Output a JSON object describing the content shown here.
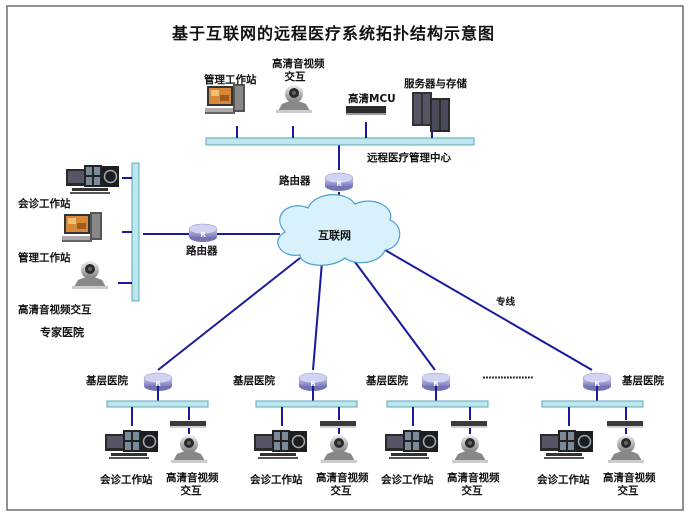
{
  "title": "基于互联网的远程医疗系统拓扑结构示意图",
  "center": {
    "name": "远程医疗管理中心",
    "devices": [
      {
        "label": "管理工作站",
        "icon": "workstation-icon"
      },
      {
        "label_line1": "高清音视频",
        "label_line2": "交互",
        "icon": "video-conference-camera-icon"
      },
      {
        "label": "高清MCU",
        "icon": "mcu-device-icon"
      },
      {
        "label": "服务器与存储",
        "icon": "server-rack-icon"
      }
    ],
    "router_label": "路由器"
  },
  "internet": {
    "label": "互联网",
    "link_label": "专线"
  },
  "expert_hospital": {
    "name": "专家医院",
    "router_label": "路由器",
    "devices": [
      {
        "label": "会诊工作站",
        "icon": "consultation-workstation-icon"
      },
      {
        "label": "管理工作站",
        "icon": "workstation-icon"
      },
      {
        "label": "高清音视频交互",
        "icon": "video-conference-camera-icon"
      }
    ]
  },
  "primary_hospitals": [
    {
      "name": "基层医院",
      "ws_label": "会诊工作站",
      "av_line1": "高清音视频",
      "av_line2": "交互"
    },
    {
      "name": "基层医院",
      "ws_label": "会诊工作站",
      "av_line1": "高清音视频",
      "av_line2": "交互"
    },
    {
      "name": "基层医院",
      "ws_label": "会诊工作站",
      "av_line1": "高清音视频",
      "av_line2": "交互"
    },
    {
      "name": "基层医院",
      "ws_label": "会诊工作站",
      "av_line1": "高清音视频",
      "av_line2": "交互"
    }
  ],
  "ellipsis": "·················",
  "colors": {
    "link": "#1a1a9a",
    "bus_fill": "#bfe6ee",
    "bus_stroke": "#5aa8b8",
    "router": "#9a9ad0",
    "cloud_fill": "#d8f1fb",
    "cloud_stroke": "#4aa0d0",
    "frame": "#6d6d6d"
  }
}
